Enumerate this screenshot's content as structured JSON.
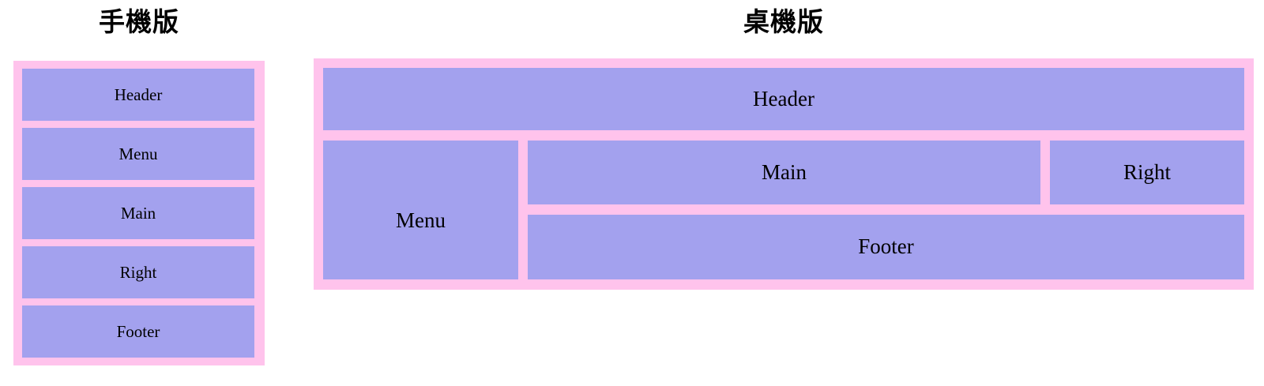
{
  "mobile": {
    "title": "手機版",
    "boxes": [
      {
        "label": "Header"
      },
      {
        "label": "Menu"
      },
      {
        "label": "Main"
      },
      {
        "label": "Right"
      },
      {
        "label": "Footer"
      }
    ]
  },
  "desktop": {
    "title": "桌機版",
    "header": {
      "label": "Header"
    },
    "menu": {
      "label": "Menu"
    },
    "main": {
      "label": "Main"
    },
    "right": {
      "label": "Right"
    },
    "footer": {
      "label": "Footer"
    }
  },
  "colors": {
    "container_pink": "#ffc3ec",
    "box_purple": "#a3a1ee",
    "text": "#000000",
    "page_background": "#ffffff"
  }
}
